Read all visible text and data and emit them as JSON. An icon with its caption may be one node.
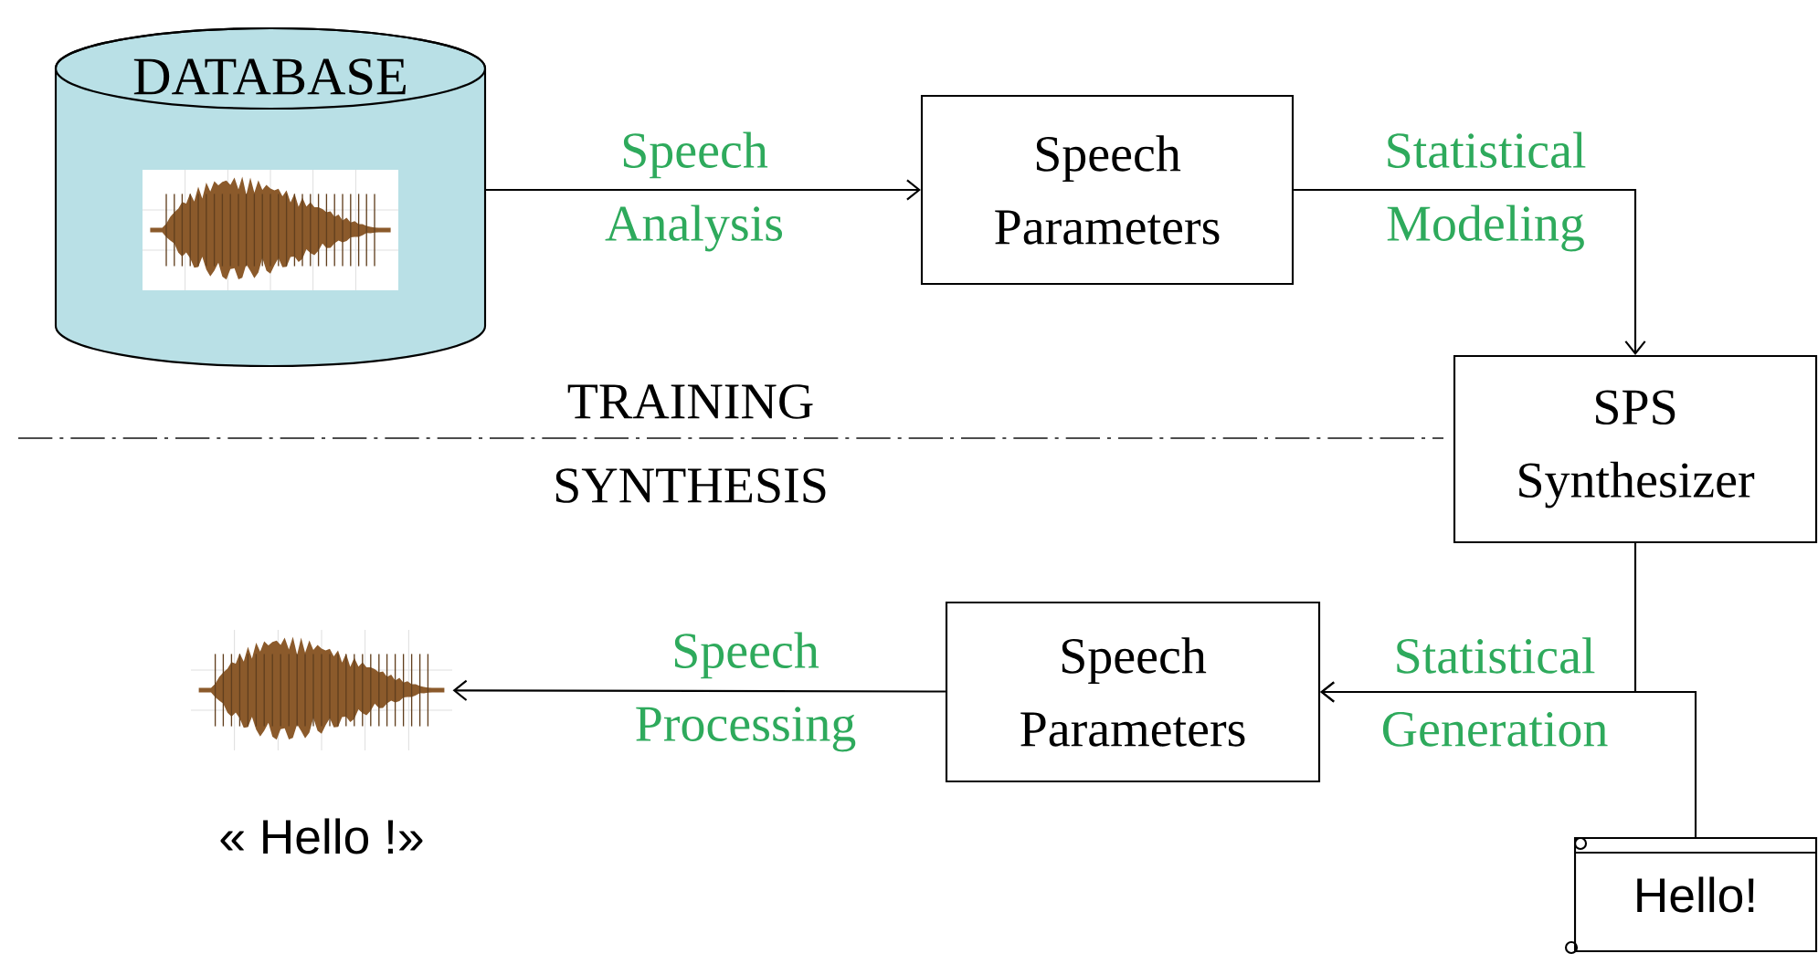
{
  "diagram": {
    "nodes": [
      {
        "text": [
          "DATABASE"
        ]
      },
      {
        "text": [
          "Speech Parameters"
        ]
      },
      {
        "text": [
          "SPS Synthesizer"
        ]
      },
      {
        "text": [
          "Speech Parameters"
        ]
      },
      {
        "text": [],
        "shape": "picture",
        "beside": [
          "« Hello !»"
        ]
      },
      {
        "text": [
          "Hello!"
        ]
      }
    ],
    "edges": [
      {
        "from": 0,
        "to": 1,
        "arrow": "to",
        "label": "Speech Analysis"
      },
      {
        "from": 1,
        "to": 2,
        "arrow": "to",
        "label": "Statistical Modeling"
      },
      {
        "from": 2,
        "to": 3,
        "arrow": "to",
        "label": "Statistical Generation"
      },
      {
        "from": 3,
        "to": 4,
        "arrow": "to",
        "label": "Speech Processing"
      },
      {
        "from": 5,
        "to": 3,
        "arrow": "to"
      }
    ],
    "labels": [
      "TRAINING",
      "SYNTHESIS"
    ]
  }
}
